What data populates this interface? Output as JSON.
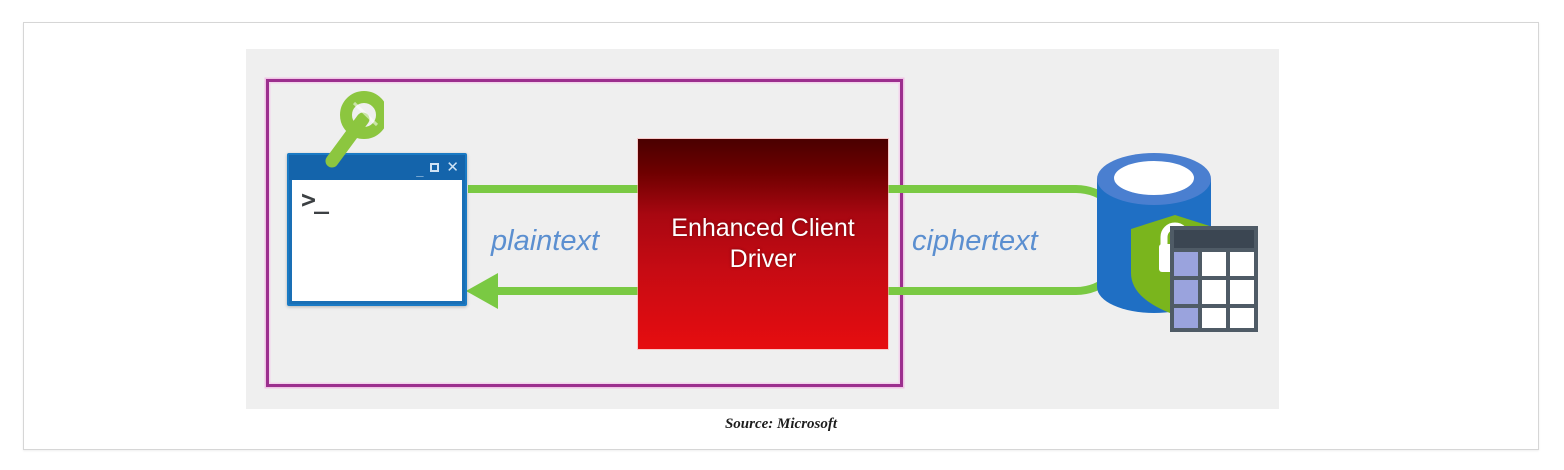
{
  "figure": {
    "caption": "Source: Microsoft",
    "panel_background": "#efefef",
    "card_background": "#ffffff"
  },
  "client_boundary": {
    "name": "client trust boundary",
    "border_color": "#9c2f8e"
  },
  "terminal": {
    "prompt": ">_",
    "titlebar_color": "#1464ab",
    "body_color": "#ffffff",
    "window_buttons": [
      {
        "name": "minimize",
        "glyph": "–"
      },
      {
        "name": "maximize",
        "glyph": ""
      },
      {
        "name": "close",
        "glyph": "✕"
      }
    ]
  },
  "key": {
    "label": "encryption-key",
    "color": "#8cc63f"
  },
  "driver": {
    "label": "Enhanced Client Driver",
    "gradient_from": "#4a0000",
    "gradient_to": "#e60d10",
    "text_color": "#ffffff"
  },
  "flows": [
    {
      "id": "plaintext",
      "label": "plaintext",
      "direction": "bidirectional",
      "color": "#7ac943",
      "label_color": "#5b8fd0"
    },
    {
      "id": "ciphertext",
      "label": "ciphertext",
      "direction": "loop",
      "color": "#7ac943",
      "label_color": "#5b8fd0"
    }
  ],
  "database": {
    "label": "encrypted-database",
    "cylinder_color": "#1f6fc4",
    "cylinder_top_color": "#4a7fd0",
    "shield_color": "#7ab51d",
    "lock_color": "#ffffff",
    "table_header_color": "#3b4652",
    "table_highlight_color": "#9aa3dd"
  }
}
